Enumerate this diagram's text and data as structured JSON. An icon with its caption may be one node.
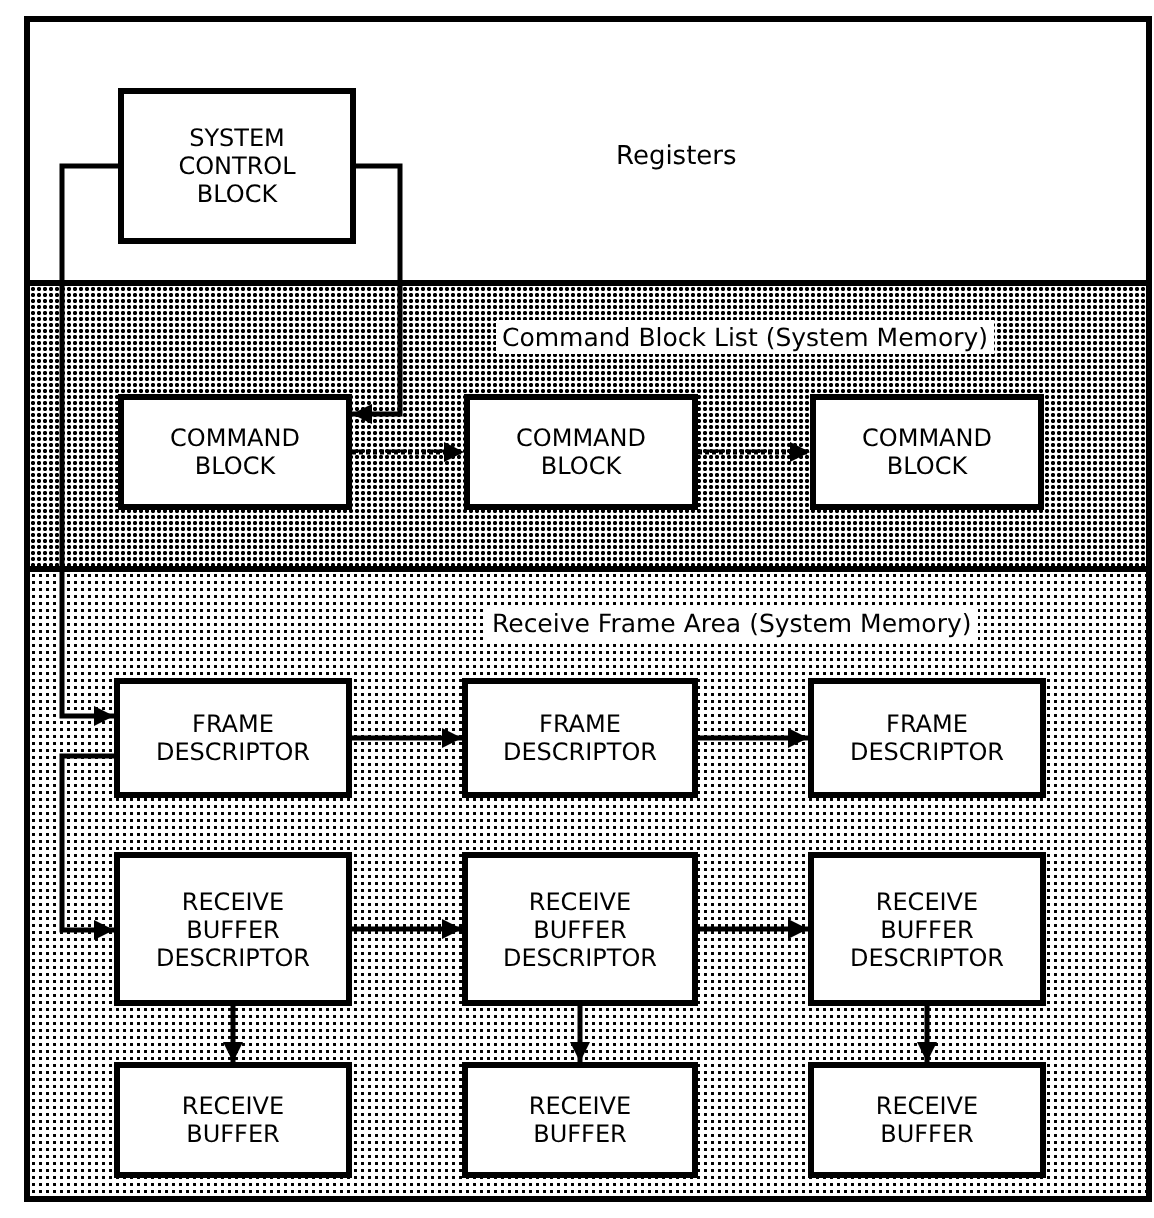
{
  "diagram": {
    "nodes": [
      {
        "text": [
          "Registers"
        ]
      },
      {
        "text": [
          "SYSTEM CONTROL BLOCK"
        ],
        "in": 0
      },
      {
        "text": [
          "Command Block List (System Memory)"
        ]
      },
      {
        "text": [
          "COMMAND BLOCK"
        ],
        "in": 2
      },
      {
        "text": [
          "COMMAND BLOCK"
        ],
        "in": 2
      },
      {
        "text": [
          "COMMAND BLOCK"
        ],
        "in": 2
      },
      {
        "text": [
          "Receive Frame Area (System Memory)"
        ]
      },
      {
        "text": [
          "FRAME DESCRIPTOR"
        ],
        "in": 6
      },
      {
        "text": [
          "FRAME DESCRIPTOR"
        ],
        "in": 6
      },
      {
        "text": [
          "FRAME DESCRIPTOR"
        ],
        "in": 6
      },
      {
        "text": [
          "RECEIVE BUFFER DESCRIPTOR"
        ],
        "in": 6
      },
      {
        "text": [
          "RECEIVE BUFFER DESCRIPTOR"
        ],
        "in": 6
      },
      {
        "text": [
          "RECEIVE BUFFER DESCRIPTOR"
        ],
        "in": 6
      },
      {
        "text": [
          "RECEIVE BUFFER"
        ],
        "in": 6
      },
      {
        "text": [
          "RECEIVE BUFFER"
        ],
        "in": 6
      },
      {
        "text": [
          "RECEIVE BUFFER"
        ],
        "in": 6
      }
    ],
    "edges": [
      {
        "from": 1,
        "to": 3,
        "arrow": "to"
      },
      {
        "from": 3,
        "to": 4,
        "arrow": "to",
        "style": "dashed"
      },
      {
        "from": 4,
        "to": 5,
        "arrow": "to",
        "style": "dashed"
      },
      {
        "from": 1,
        "to": 7,
        "arrow": "to"
      },
      {
        "from": 7,
        "to": 8,
        "arrow": "to"
      },
      {
        "from": 8,
        "to": 9,
        "arrow": "to"
      },
      {
        "from": 7,
        "to": 10,
        "arrow": "to"
      },
      {
        "from": 10,
        "to": 11,
        "arrow": "to"
      },
      {
        "from": 11,
        "to": 12,
        "arrow": "to"
      },
      {
        "from": 10,
        "to": 13,
        "arrow": "to"
      },
      {
        "from": 11,
        "to": 14,
        "arrow": "to"
      },
      {
        "from": 12,
        "to": 15,
        "arrow": "to"
      }
    ]
  }
}
